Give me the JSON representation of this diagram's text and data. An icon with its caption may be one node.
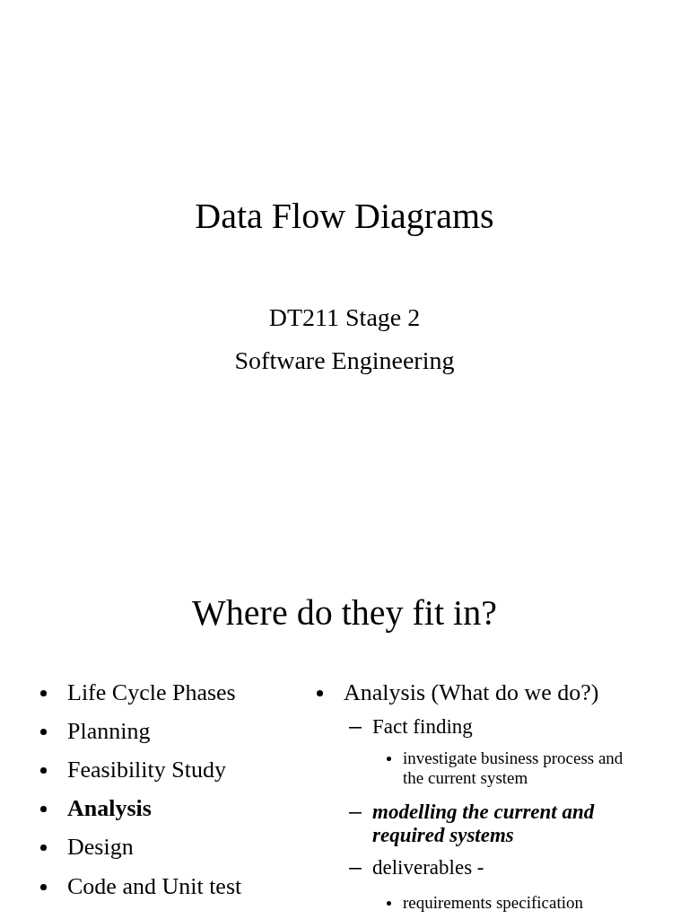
{
  "diagram": {
    "labels": [
      "Data Flow Diagrams",
      "DT211 Stage 2",
      "Software Engineering",
      "Where do they fit in?",
      "Life Cycle Phases",
      "Planning",
      "Feasibility Study",
      "Analysis",
      "Design",
      "Code and Unit test",
      "Analysis (What do we do?)",
      "Fact finding",
      "investigate business process and the current system",
      "modelling the current and required systems",
      "deliverables -",
      "requirements specification"
    ]
  }
}
